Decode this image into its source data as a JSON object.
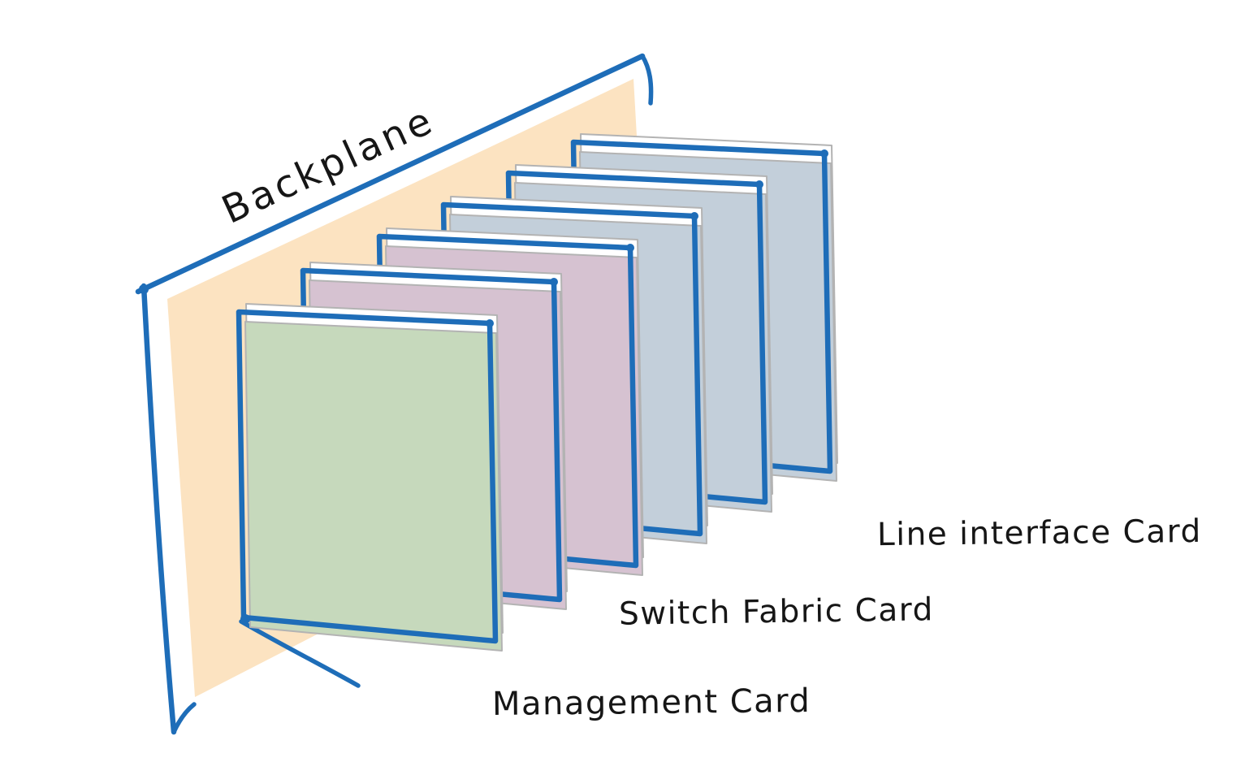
{
  "labels": {
    "backplane": "Backplane",
    "line_interface": "Line interface Card",
    "switch_fabric": "Switch Fabric Card",
    "management": "Management Card"
  },
  "colors": {
    "background": "#ffffff",
    "outline_blue": "#1e6db8",
    "backplane_fill": "#fce3c1",
    "management_card_fill": "#c6d9bc",
    "switch_fabric_card_fill": "#d6c2d1",
    "line_interface_card_fill": "#c3cfda",
    "card_edge_gray": "#b3b3b3",
    "label_text": "#161616"
  },
  "structure": {
    "backplane_count": 1,
    "management_card_count": 1,
    "switch_fabric_card_count": 2,
    "line_interface_card_count": 3
  }
}
